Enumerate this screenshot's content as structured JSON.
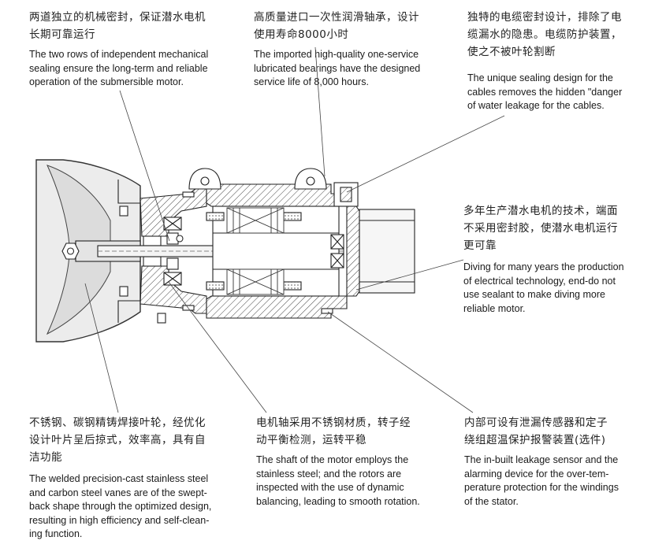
{
  "callouts": [
    {
      "zh": "两道独立的机械密封，保证潜水电机\n长期可靠运行",
      "en": "The two rows of independent mechanical\nsealing ensure the long-term and reliable\noperation of the submersible motor."
    },
    {
      "zh": "高质量进口一次性润滑轴承，设计\n使用寿命8000小时",
      "en": "The imported high-quality one-service\nlubricated bearings have the designed\nservice life of 8,000 hours."
    },
    {
      "zh": "独特的电缆密封设计，排除了电\n缆漏水的隐患。电缆防护装置，\n使之不被叶轮割断",
      "en": "The unique sealing design for the\ncables removes the hidden \"danger\nof water leakage for the cables."
    },
    {
      "zh": "多年生产潜水电机的技术，端面\n不采用密封胶，使潜水电机运行\n更可靠",
      "en": "Diving for many years the production\nof electrical technology, end-do not\nuse sealant to make diving more\nreliable motor."
    },
    {
      "zh": "不锈钢、碳钢精铸焊接叶轮，经优化\n设计叶片呈后掠式，效率高，具有自\n洁功能",
      "en": "The welded precision-cast stainless steel\nand carbon steel vanes are of the swept-\nback shape through the optimized design,\nresulting in high efficiency and self-clean-\ning function."
    },
    {
      "zh": "电机轴采用不锈钢材质，转子经\n动平衡检测，运转平稳",
      "en": "The shaft of the motor employs the\nstainless steel; and the rotors are\ninspected with the use of dynamic\nbalancing, leading to smooth rotation."
    },
    {
      "zh": "内部可设有泄漏传感器和定子\n绕组超温保护报警装置(选件)",
      "en": "The in-built leakage sensor and the\nalarming device for the over-tem-\nperature protection for the windings\nof the stator."
    }
  ]
}
